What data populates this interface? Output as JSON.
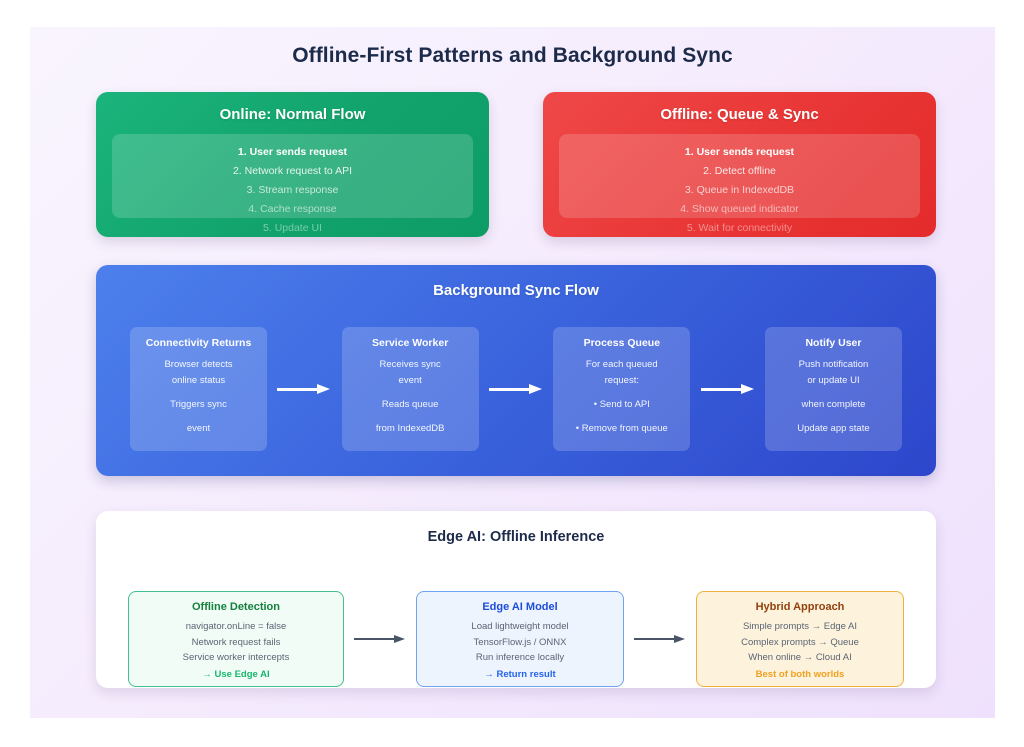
{
  "page": {
    "title": "Offline-First Patterns and Background Sync",
    "background_start": "#f9f5fe",
    "background_end": "#efe1fd"
  },
  "status_cards": [
    {
      "id": "online",
      "title": "Online: Normal Flow",
      "accent": "#12a36c",
      "steps": [
        "1. User sends request",
        "2. Network request to API",
        "3. Stream response",
        "4. Cache response",
        "5. Update UI"
      ]
    },
    {
      "id": "offline",
      "title": "Offline: Queue & Sync",
      "accent": "#e93636",
      "steps": [
        "1. User sends request",
        "2. Detect offline",
        "3. Queue in IndexedDB",
        "4. Show queued indicator",
        "5. Wait for connectivity"
      ]
    }
  ],
  "sync_section": {
    "title": "Background Sync Flow",
    "accent": "#3a63dd",
    "arrow_color": "#ffffff",
    "boxes": [
      {
        "title": "Connectivity Returns",
        "lines": [
          "Browser detects",
          "online status",
          "Triggers sync",
          "event"
        ]
      },
      {
        "title": "Service Worker",
        "lines": [
          "Receives sync",
          "event",
          "Reads queue",
          "from IndexedDB"
        ]
      },
      {
        "title": "Process Queue",
        "lines": [
          "For each queued",
          "request:",
          "• Send to API",
          "• Remove from queue"
        ]
      },
      {
        "title": "Notify User",
        "lines": [
          "Push notification",
          "or update UI",
          "when complete",
          "Update app state"
        ]
      }
    ]
  },
  "edge_section": {
    "title": "Edge AI: Offline Inference",
    "arrow_color": "#4a5568",
    "boxes": [
      {
        "id": "detect",
        "title": "Offline Detection",
        "border": "#43c08f",
        "lines": [
          "navigator.onLine = false",
          "Network request fails",
          "Service worker intercepts"
        ],
        "accent_line": "→ Use Edge AI",
        "accent_color": "#18b86e"
      },
      {
        "id": "model",
        "title": "Edge AI Model",
        "border": "#6fa2f0",
        "lines": [
          "Load lightweight model",
          "TensorFlow.js / ONNX",
          "Run inference locally"
        ],
        "accent_line": "→ Return result",
        "accent_color": "#2563eb"
      },
      {
        "id": "hybrid",
        "title": "Hybrid Approach",
        "border": "#efb042",
        "lines": [
          "Simple prompts → Edge AI",
          "Complex prompts → Queue",
          "When online → Cloud AI"
        ],
        "accent_line": "Best of both worlds",
        "accent_color": "#f0a020"
      }
    ]
  }
}
